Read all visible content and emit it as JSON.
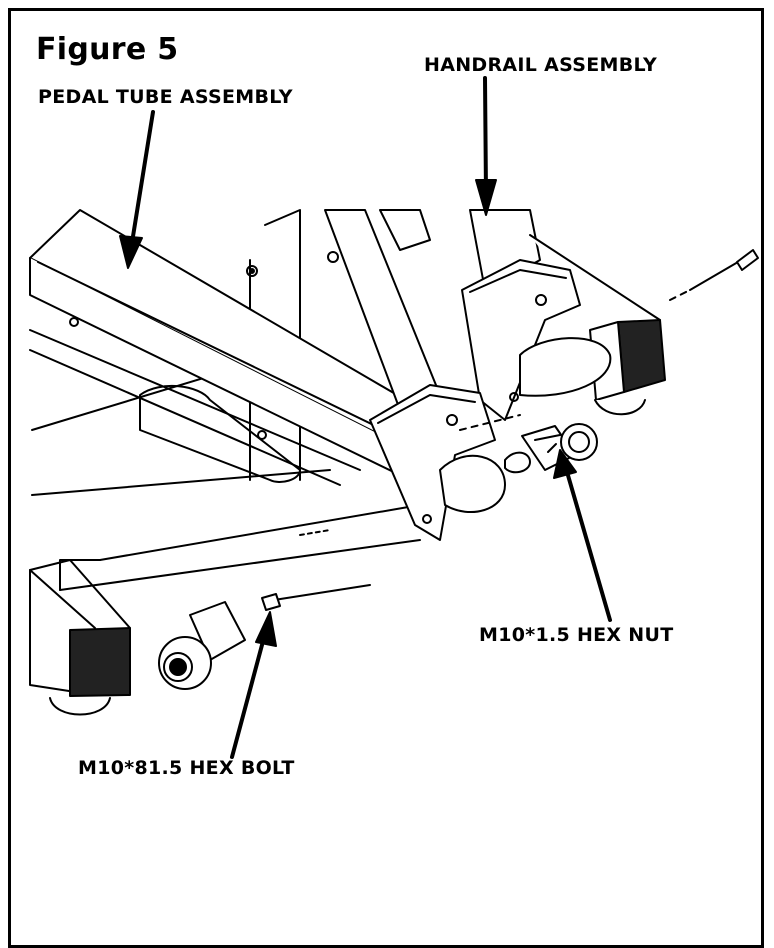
{
  "figure": {
    "title": "Figure 5",
    "labels": {
      "pedal_tube": "PEDAL TUBE ASSEMBLY",
      "handrail": "HANDRAIL ASSEMBLY",
      "hex_nut": "M10*1.5 HEX NUT",
      "hex_bolt": "M10*81.5 HEX BOLT"
    }
  },
  "colors": {
    "ink": "#000000",
    "fill": "#ffffff",
    "shade": "#d8d8d8"
  }
}
